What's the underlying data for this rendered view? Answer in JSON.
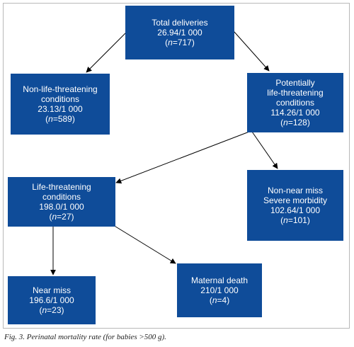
{
  "nodes": {
    "total": {
      "title": [
        "Total deliveries"
      ],
      "rate": "26.94/1 000",
      "n_var": "n",
      "n_val": "=717"
    },
    "nonlife": {
      "title": [
        "Non-life-threatening",
        "conditions"
      ],
      "rate": "23.13/1 000",
      "n_var": "n",
      "n_val": "=589"
    },
    "potential": {
      "title": [
        "Potentially",
        "life-threatening",
        "conditions"
      ],
      "rate": "114.26/1 000",
      "n_var": "n",
      "n_val": "=128"
    },
    "life": {
      "title": [
        "Life-threatening",
        "conditions"
      ],
      "rate": "198.0/1 000",
      "n_var": "n",
      "n_val": "=27"
    },
    "nonnear": {
      "title": [
        "Non-near miss",
        "Severe morbidity"
      ],
      "rate": "102.64/1 000",
      "n_var": "n",
      "n_val": "=101"
    },
    "nearmiss": {
      "title": [
        "Near miss"
      ],
      "rate": "196.6/1 000",
      "n_var": "n",
      "n_val": "=23"
    },
    "death": {
      "title": [
        "Maternal death"
      ],
      "rate": "210/1 000",
      "n_var": "n",
      "n_val": "=4"
    }
  },
  "caption": "Fig. 3. Perinatal mortality rate (for babies >500 g).",
  "colors": {
    "box": "#0f4c99",
    "text": "#ffffff",
    "arrow": "#000000"
  }
}
